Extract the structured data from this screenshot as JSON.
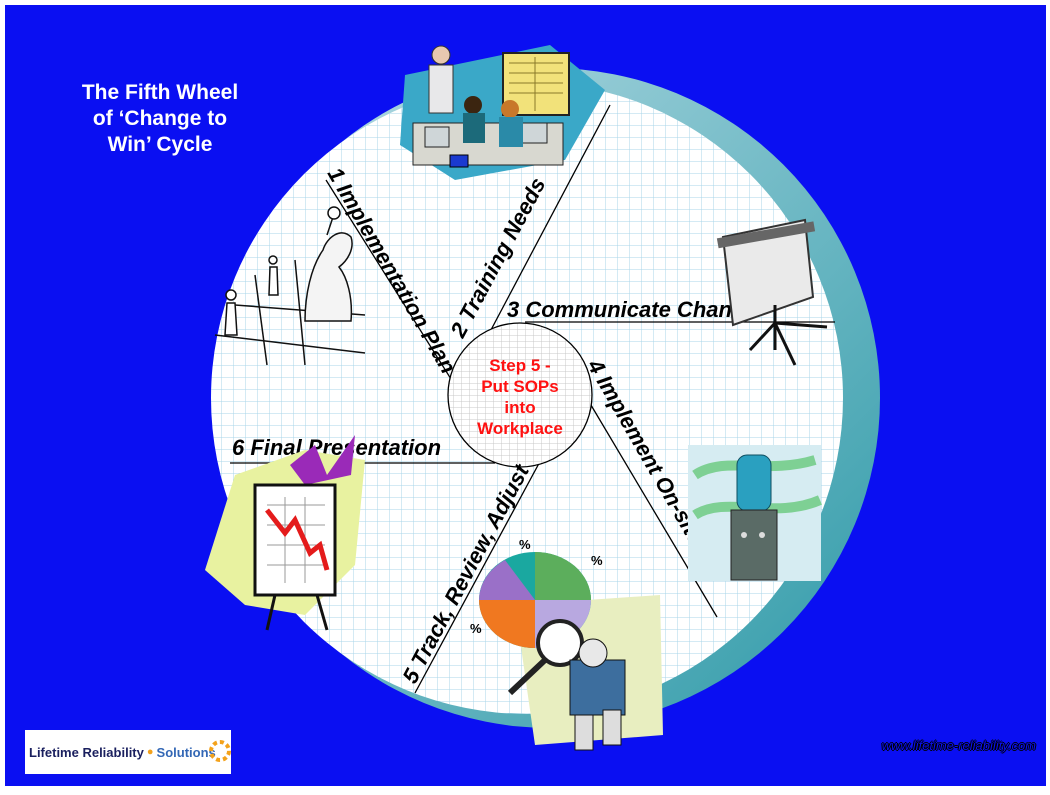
{
  "slide": {
    "title": "The Fifth Wheel\nof ‘Change to\nWin’ Cycle",
    "hub_lines": [
      "Step 5 -",
      "Put SOPs",
      "into",
      "Workplace"
    ],
    "segments": [
      {
        "label": "1 Implementation Plan"
      },
      {
        "label": "2 Training Needs"
      },
      {
        "label": "3 Communicate Change"
      },
      {
        "label": "4 Implement On-site"
      },
      {
        "label": "5 Track, Review, Adjust"
      },
      {
        "label": "6 Final Presentation"
      }
    ],
    "logo": {
      "part1": "Lifetime Reliability",
      "part2": "Solutions"
    },
    "website": "www.lifetime-reliability.com",
    "pie_marks": [
      "%",
      "%",
      "%"
    ]
  },
  "colors": {
    "background": "#0a0ff2",
    "hub_text": "#ff1111",
    "wheel_grid": "#9fd2e6",
    "wheel_shadow": "#5fb8c8"
  }
}
